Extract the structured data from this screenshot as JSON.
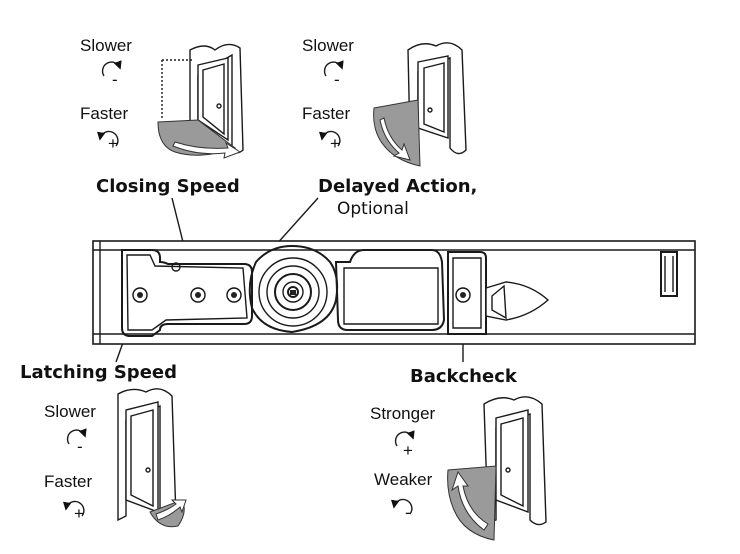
{
  "labels": {
    "closing_speed": "Closing Speed",
    "delayed_action": "Delayed Action,",
    "delayed_optional": "Optional",
    "latching_speed": "Latching Speed",
    "backcheck": "Backcheck"
  },
  "panels": {
    "closing": {
      "top_label": "Slower",
      "top_sign": "-",
      "bottom_label": "Faster",
      "bottom_sign": "+"
    },
    "delayed": {
      "top_label": "Slower",
      "top_sign": "-",
      "bottom_label": "Faster",
      "bottom_sign": "+"
    },
    "latching": {
      "top_label": "Slower",
      "top_sign": "-",
      "bottom_label": "Faster",
      "bottom_sign": "+"
    },
    "backcheck": {
      "top_label": "Stronger",
      "top_sign": "+",
      "bottom_label": "Weaker",
      "bottom_sign": "-"
    }
  }
}
